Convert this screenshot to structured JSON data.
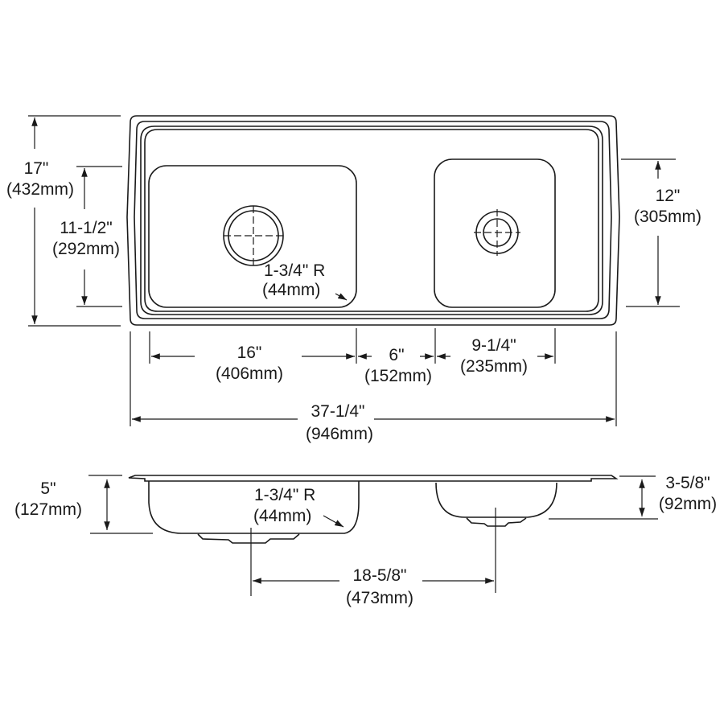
{
  "drawing": {
    "title": "Double bowl sink dimension drawing",
    "line_color": "#1a1a1a",
    "background": "#ffffff"
  },
  "top_view": {
    "overall_depth": {
      "imperial": "17\"",
      "metric": "(432mm)"
    },
    "left_bowl_front_to_back": {
      "imperial": "11-1/2\"",
      "metric": "(292mm)"
    },
    "right_bowl_front_to_back": {
      "imperial": "12\"",
      "metric": "(305mm)"
    },
    "corner_radius": {
      "imperial": "1-3/4\" R",
      "metric": "(44mm)"
    },
    "left_bowl_width": {
      "imperial": "16\"",
      "metric": "(406mm)"
    },
    "divider_width": {
      "imperial": "6\"",
      "metric": "(152mm)"
    },
    "right_bowl_width": {
      "imperial": "9-1/4\"",
      "metric": "(235mm)"
    },
    "overall_width": {
      "imperial": "37-1/4\"",
      "metric": "(946mm)"
    }
  },
  "side_view": {
    "left_bowl_depth": {
      "imperial": "5\"",
      "metric": "(127mm)"
    },
    "right_bowl_depth": {
      "imperial": "3-5/8\"",
      "metric": "(92mm)"
    },
    "corner_radius": {
      "imperial": "1-3/4\" R",
      "metric": "(44mm)"
    },
    "drain_center_distance": {
      "imperial": "18-5/8\"",
      "metric": "(473mm)"
    }
  }
}
